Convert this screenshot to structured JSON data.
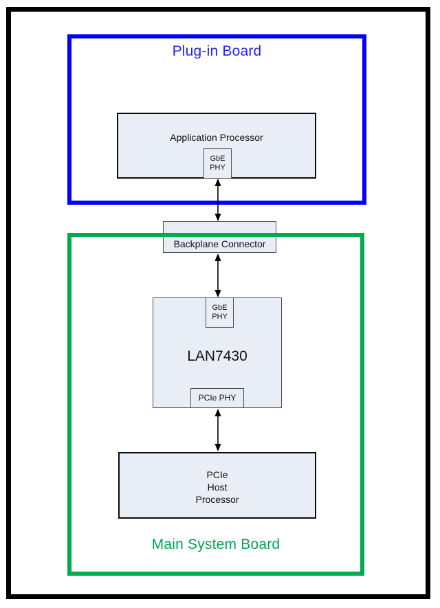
{
  "boards": {
    "plug_in": {
      "title": "Plug-in Board",
      "accent_color": "#0101FD",
      "title_color": "#2121FE"
    },
    "main_system": {
      "title": "Main System Board",
      "accent_color": "#00AB4E",
      "title_color": "#00A64F"
    }
  },
  "nodes": {
    "application_processor": {
      "label": "Application Processor"
    },
    "gbe_phy_plugin": {
      "line1": "GbE",
      "line2": "PHY"
    },
    "backplane_connector": {
      "label": "Backplane Connector"
    },
    "lan7430": {
      "label": "LAN7430"
    },
    "gbe_phy_lan7430": {
      "line1": "GbE",
      "line2": "PHY"
    },
    "pcie_phy": {
      "label": "PCIe PHY"
    },
    "pcie_host_processor": {
      "line1": "PCIe",
      "line2": "Host",
      "line3": "Processor"
    }
  },
  "colors": {
    "node_fill": "#E9EEF6",
    "thin_border": "#4D4D4D",
    "thick_border": "#0A0A0A",
    "outer_frame": "#000000"
  }
}
